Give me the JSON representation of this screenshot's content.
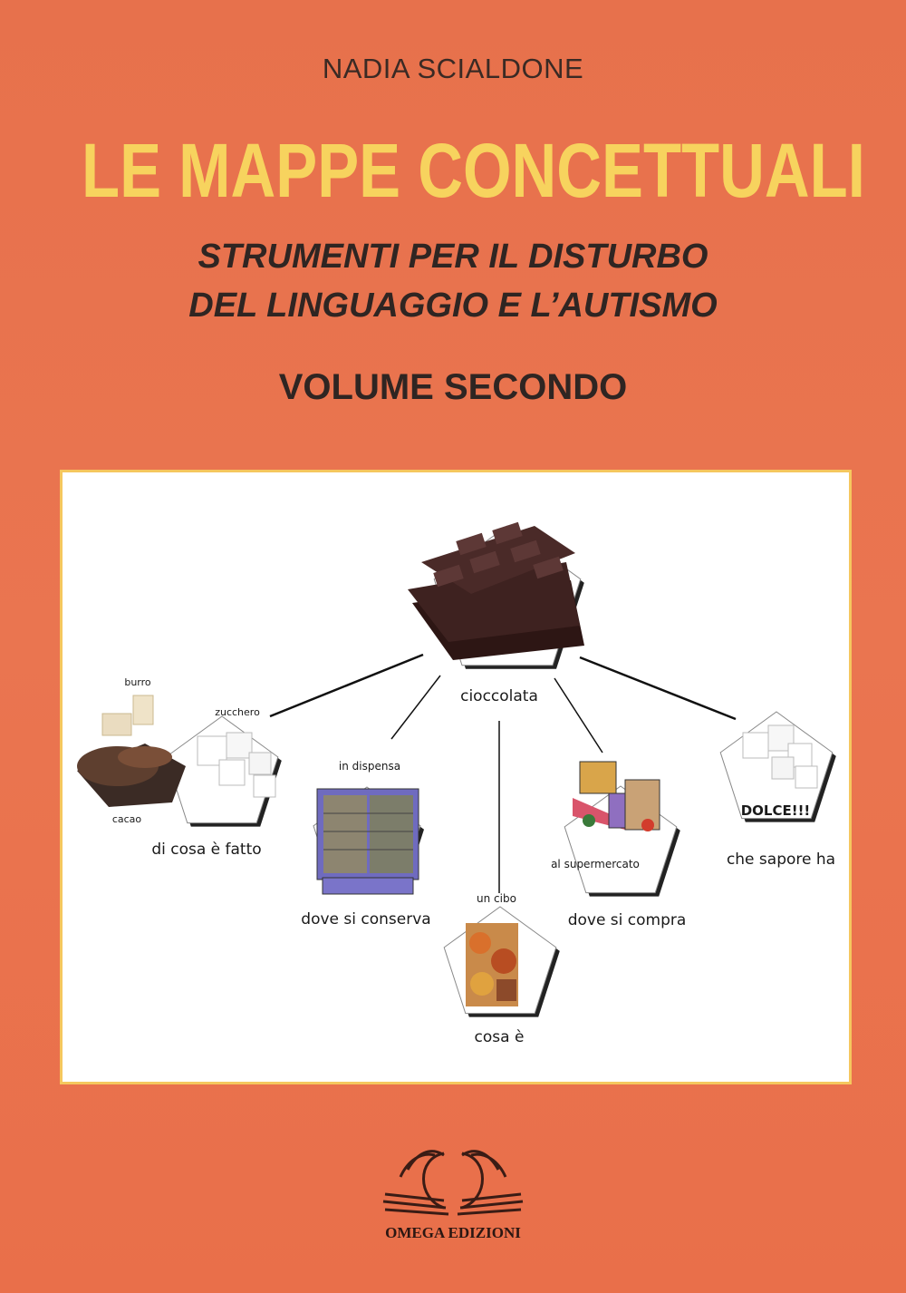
{
  "cover": {
    "author": "NADIA SCIALDONE",
    "title": "LE MAPPE CONCETTUALI",
    "subtitle_line1": "STRUMENTI PER IL DISTURBO",
    "subtitle_line2": "DEL LINGUAGGIO E L’AUTISMO",
    "volume": "VOLUME SECONDO",
    "publisher": "OMEGA EDIZIONI",
    "colors": {
      "background": "#e9724d",
      "title": "#f7d35e",
      "panel_border": "#f5c75e"
    }
  },
  "concept_map": {
    "center": {
      "label": "cioccolata",
      "image": "chocolate-bar-icon"
    },
    "branches": [
      {
        "label": "di cosa è fatto",
        "image": "sugar-cubes-icon",
        "sublabels": [
          "burro",
          "zucchero",
          "cacao"
        ]
      },
      {
        "label": "dove si conserva",
        "image": "pantry-cabinet-icon",
        "sublabels": [
          "in dispensa"
        ]
      },
      {
        "label": "cosa è",
        "image": "food-collage-icon",
        "sublabels": [
          "un cibo"
        ]
      },
      {
        "label": "dove si compra",
        "image": "supermarket-icon",
        "sublabels": [
          "al supermercato"
        ]
      },
      {
        "label": "che sapore ha",
        "image": "sugar-cubes-icon",
        "sublabels": [
          "DOLCE!!!"
        ]
      }
    ]
  }
}
